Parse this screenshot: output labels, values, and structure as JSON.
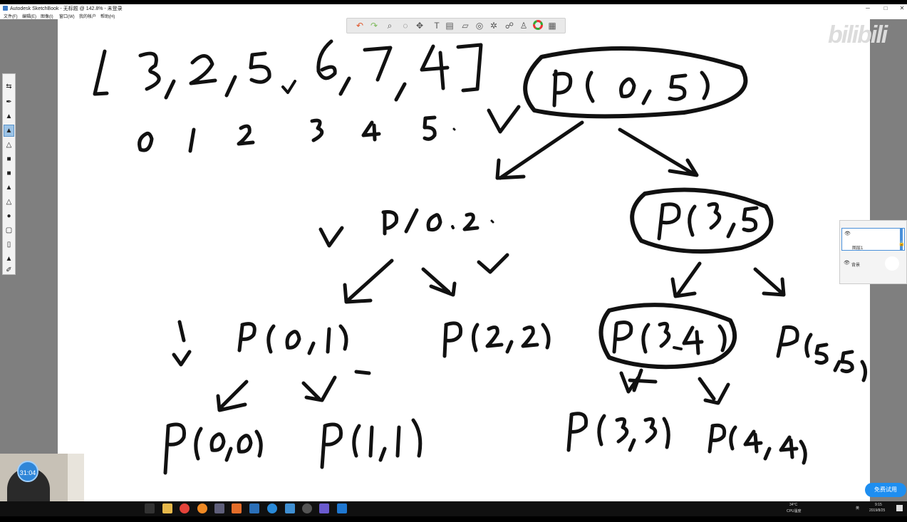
{
  "window": {
    "title": "Autodesk SketchBook - 无标题 @ 142.8% - 未登录",
    "controls": {
      "minimize": "─",
      "maximize": "□",
      "close": "✕"
    }
  },
  "menu": [
    "文件(F)",
    "编辑(E)",
    "图像(I)",
    "窗口(W)",
    "我的帐户",
    "帮助(H)"
  ],
  "toolbar": {
    "icons": [
      "undo-icon",
      "redo-icon",
      "zoom-icon",
      "lasso-icon",
      "move-icon",
      "text-icon",
      "layer-icon",
      "ruler-icon",
      "ellipse-icon",
      "symmetry-icon",
      "stroke-icon",
      "brush-library-icon",
      "color-wheel-icon",
      "copic-icon"
    ]
  },
  "left_tools": {
    "icons": [
      "arrows-icon",
      "brush-1-icon",
      "brush-2-icon",
      "brush-3-icon",
      "brush-4-icon",
      "brush-5-icon",
      "brush-6-icon",
      "brush-7-icon",
      "brush-8-icon",
      "brush-9-icon",
      "brush-10-icon",
      "brush-11-icon",
      "brush-12-icon",
      "brush-13-icon"
    ],
    "active_index": 3
  },
  "layers": {
    "items": [
      {
        "name": "图层1",
        "selected": true
      },
      {
        "name": "背景",
        "selected": false
      }
    ]
  },
  "sketch": {
    "array_text": "[3, 2, 5, 6, 7, 4]",
    "indices": [
      "0",
      "1",
      "2",
      "3",
      "4",
      "5"
    ],
    "nodes": [
      "p(0,5)",
      "p(0,2)",
      "p(3,5)",
      "p(0,1)",
      "p(2,2)",
      "p(3,4)",
      "p(5,5)",
      "p(0,0)",
      "p(1,1)",
      "p(3,3)",
      "p(4,4)"
    ]
  },
  "overlay": {
    "timer": "31:04",
    "trial_button": "免费试用",
    "watermark": "bilibili"
  },
  "taskbar": {
    "apps": [
      "task-view-icon",
      "explorer-icon",
      "chrome-icon",
      "firefox-icon",
      "app-icon",
      "sketchbook-icon",
      "app2-icon",
      "app3-icon",
      "app4-icon",
      "app5-icon",
      "app6-icon",
      "edge-icon"
    ],
    "tray": {
      "temp": "34°C",
      "cpu_label": "CPU温度",
      "ime": "英",
      "time": "9:15",
      "date": "2019/8/25"
    }
  },
  "colors": {
    "gutter": "#7f7f7f",
    "canvas": "#ffffff",
    "ink": "#111111",
    "accent": "#1e8ef0"
  }
}
